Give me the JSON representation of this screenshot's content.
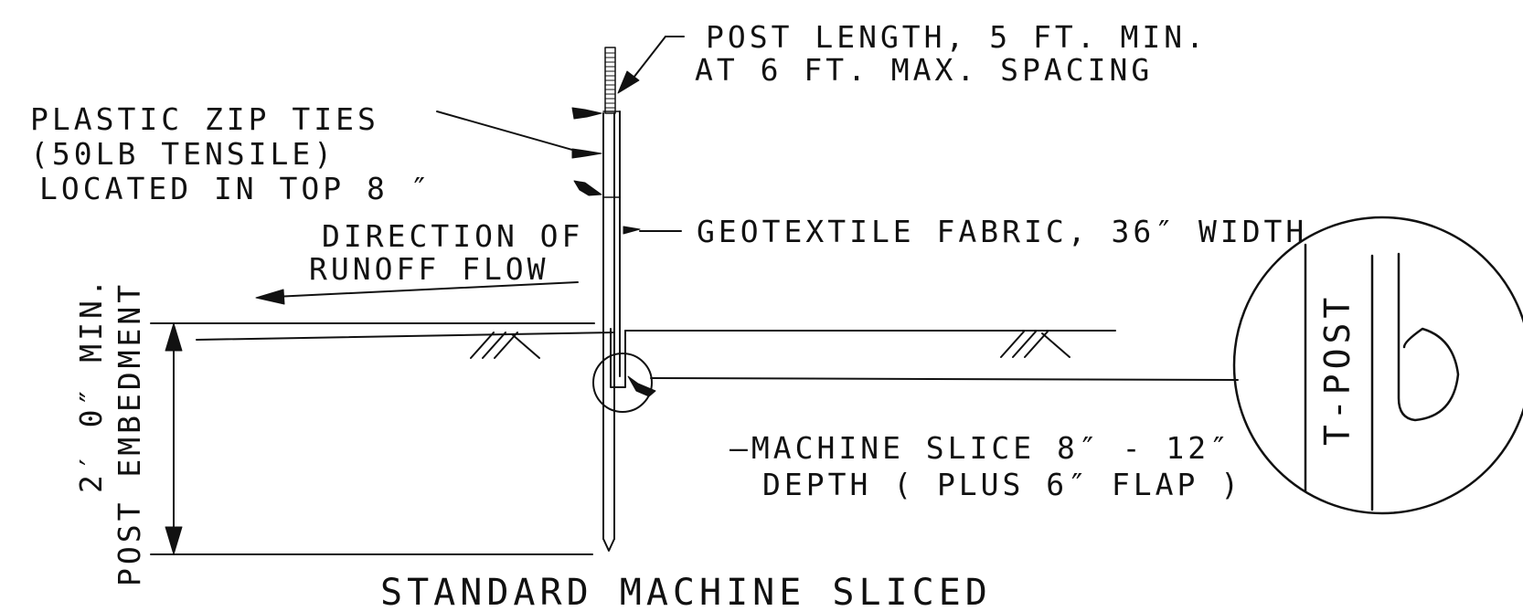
{
  "labels": {
    "post_length_line1": "POST LENGTH, 5 FT. MIN.",
    "post_length_line2": "AT 6 FT. MAX. SPACING",
    "zip_ties_line1": "PLASTIC ZIP TIES",
    "zip_ties_line2": "(50LB TENSILE)",
    "zip_ties_line3": "LOCATED IN TOP 8 ″",
    "geotextile": "GEOTEXTILE FABRIC, 36″ WIDTH",
    "runoff_line1": "DIRECTION OF",
    "runoff_line2": "RUNOFF FLOW",
    "embedment_line1": "2′ 0″  MIN.",
    "embedment_line2": "POST EMBEDMENT",
    "slice_line1": "—MACHINE SLICE 8″ - 12″",
    "slice_line2": "DEPTH ( PLUS 6″ FLAP )",
    "tpost": "T-POST",
    "title": "STANDARD MACHINE SLICED"
  }
}
